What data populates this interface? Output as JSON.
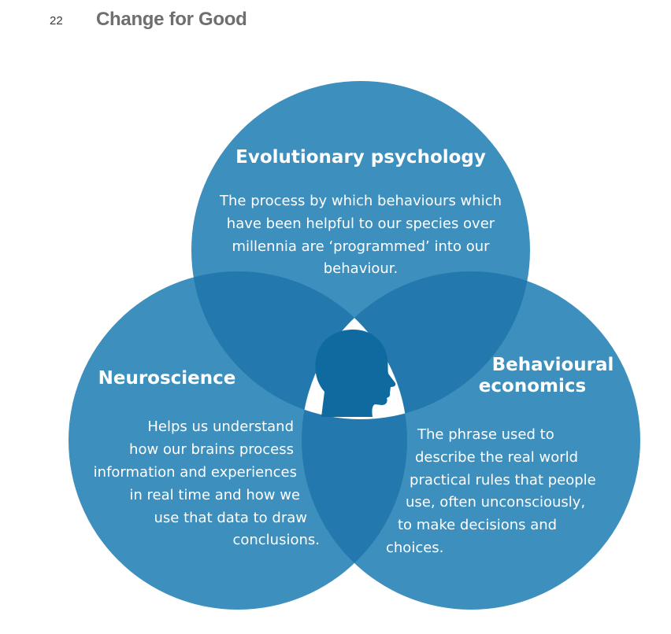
{
  "header": {
    "page_number": "22",
    "title": "Change for Good"
  },
  "colors": {
    "circle": "#3d8fbd",
    "overlap": "#2379ad",
    "head": "#0f6b9f",
    "background": "#ffffff",
    "title_grey": "#6e6e6e"
  },
  "diagram": {
    "top": {
      "heading": "Evolutionary psychology",
      "lines": [
        "The process by which behaviours which",
        "have been helpful to our species over",
        "millennia are ‘programmed’ into our",
        "behaviour."
      ]
    },
    "left": {
      "heading": "Neuroscience",
      "lines": [
        "Helps us understand",
        "how our brains process",
        "information and experiences",
        "in real time and how we",
        "use that data to draw",
        "conclusions."
      ]
    },
    "right": {
      "heading_lines": [
        "Behavioural",
        "economics"
      ],
      "lines": [
        "The phrase used to",
        "describe the real world",
        "practical rules that people",
        "use, often unconsciously,",
        "to make decisions and",
        "choices."
      ]
    },
    "center_icon": "human-head-profile-icon"
  }
}
